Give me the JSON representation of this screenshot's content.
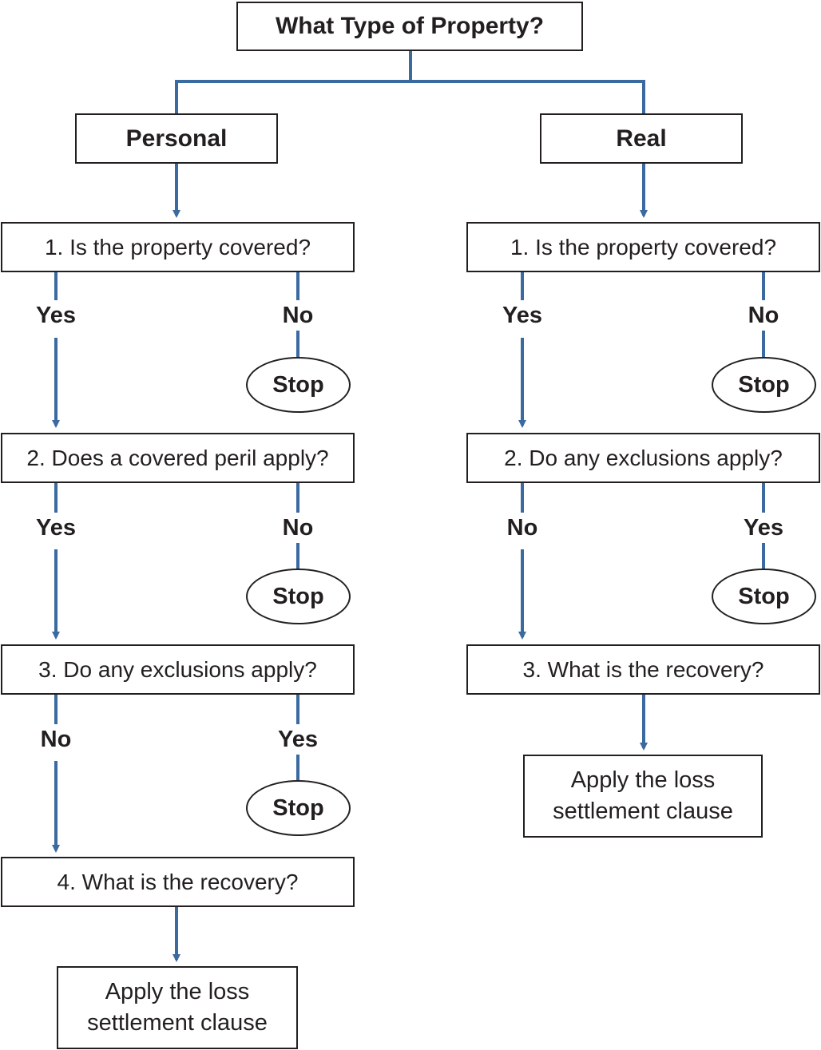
{
  "colors": {
    "connector": "#3a6aa0",
    "border": "#231f20",
    "text": "#231f20",
    "background": "#ffffff"
  },
  "root": {
    "title": "What Type of Property?"
  },
  "personal": {
    "header": "Personal",
    "q1": "1. Is the property covered?",
    "q1_yes": "Yes",
    "q1_no": "No",
    "q1_stop": "Stop",
    "q2": "2. Does a covered peril apply?",
    "q2_yes": "Yes",
    "q2_no": "No",
    "q2_stop": "Stop",
    "q3": "3. Do any exclusions apply?",
    "q3_no": "No",
    "q3_yes": "Yes",
    "q3_stop": "Stop",
    "q4": "4. What is the recovery?",
    "final_line1": "Apply the loss",
    "final_line2": "settlement clause"
  },
  "real": {
    "header": "Real",
    "q1": "1. Is the property covered?",
    "q1_yes": "Yes",
    "q1_no": "No",
    "q1_stop": "Stop",
    "q2": "2. Do any exclusions apply?",
    "q2_no": "No",
    "q2_yes": "Yes",
    "q2_stop": "Stop",
    "q3": "3. What is the recovery?",
    "final_line1": "Apply the loss",
    "final_line2": "settlement clause"
  }
}
